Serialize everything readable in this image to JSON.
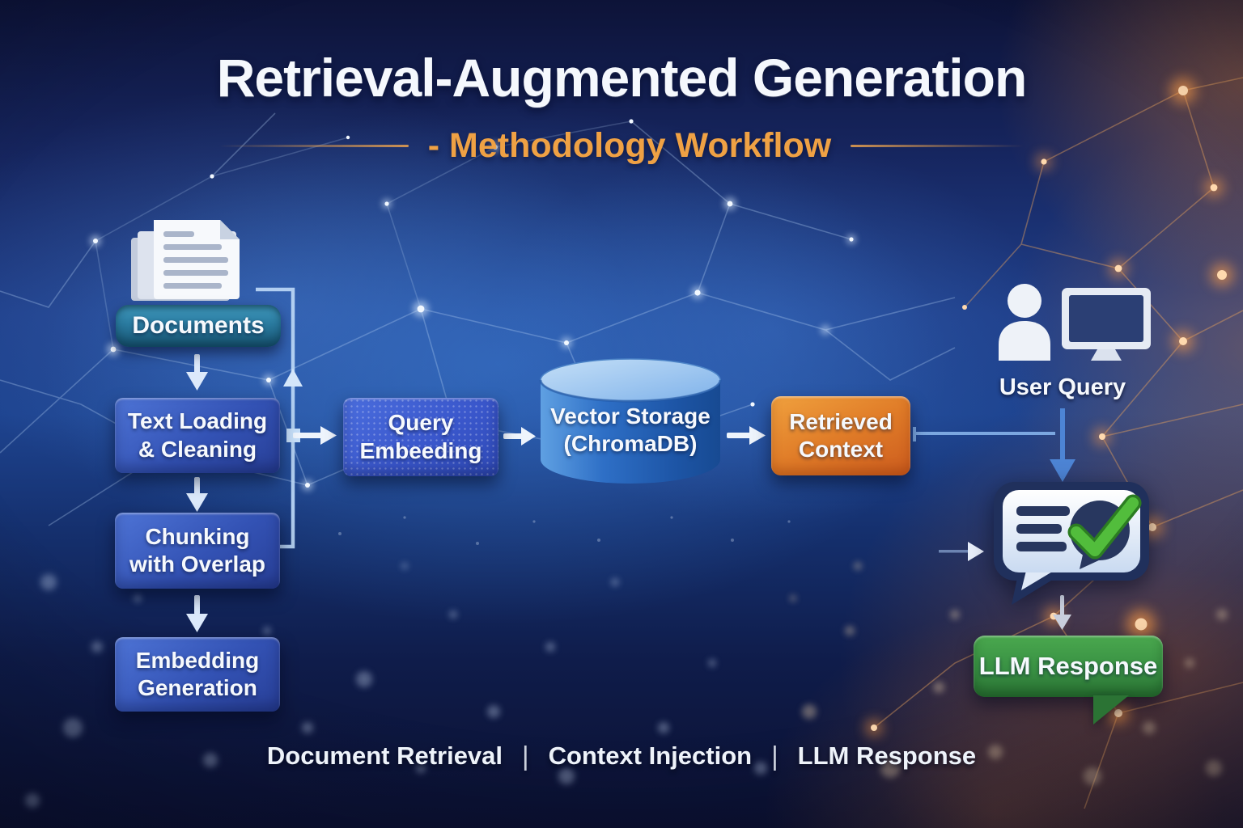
{
  "header": {
    "title": "Retrieval-Augmented Generation",
    "subtitle": "- Methodology Workflow"
  },
  "nodes": {
    "documents": {
      "label": "Documents"
    },
    "text_loading": {
      "label": "Text Loading\n& Cleaning"
    },
    "chunking": {
      "label": "Chunking\nwith Overlap"
    },
    "embedding_generation": {
      "label": "Embedding\nGeneration"
    },
    "query_embedding": {
      "label": "Query\nEmbeeding"
    },
    "vector_storage": {
      "label": "Vector Storage\n(ChromaDB)"
    },
    "retrieved_context": {
      "label": "Retrieved\nContext"
    },
    "user_query": {
      "label": "User Query"
    },
    "llm_response": {
      "label": "LLM Response"
    }
  },
  "icons": {
    "documents": "documents-stack-icon",
    "user": "user-with-monitor-icon",
    "database": "database-cylinder-icon",
    "chat": "chat-bubble-check-icon"
  },
  "legend": {
    "items": [
      "Document Retrieval",
      "Context Injection",
      "LLM Response"
    ],
    "separator": "|"
  },
  "colors": {
    "title": "#f5f8fd",
    "subtitle_orange": "#efa144",
    "flow_box_blue": "#3352b4",
    "documents_teal": "#2a7ba0",
    "retrieved_orange": "#e07c28",
    "llm_green": "#389043",
    "background_navy": "#1e4490"
  }
}
